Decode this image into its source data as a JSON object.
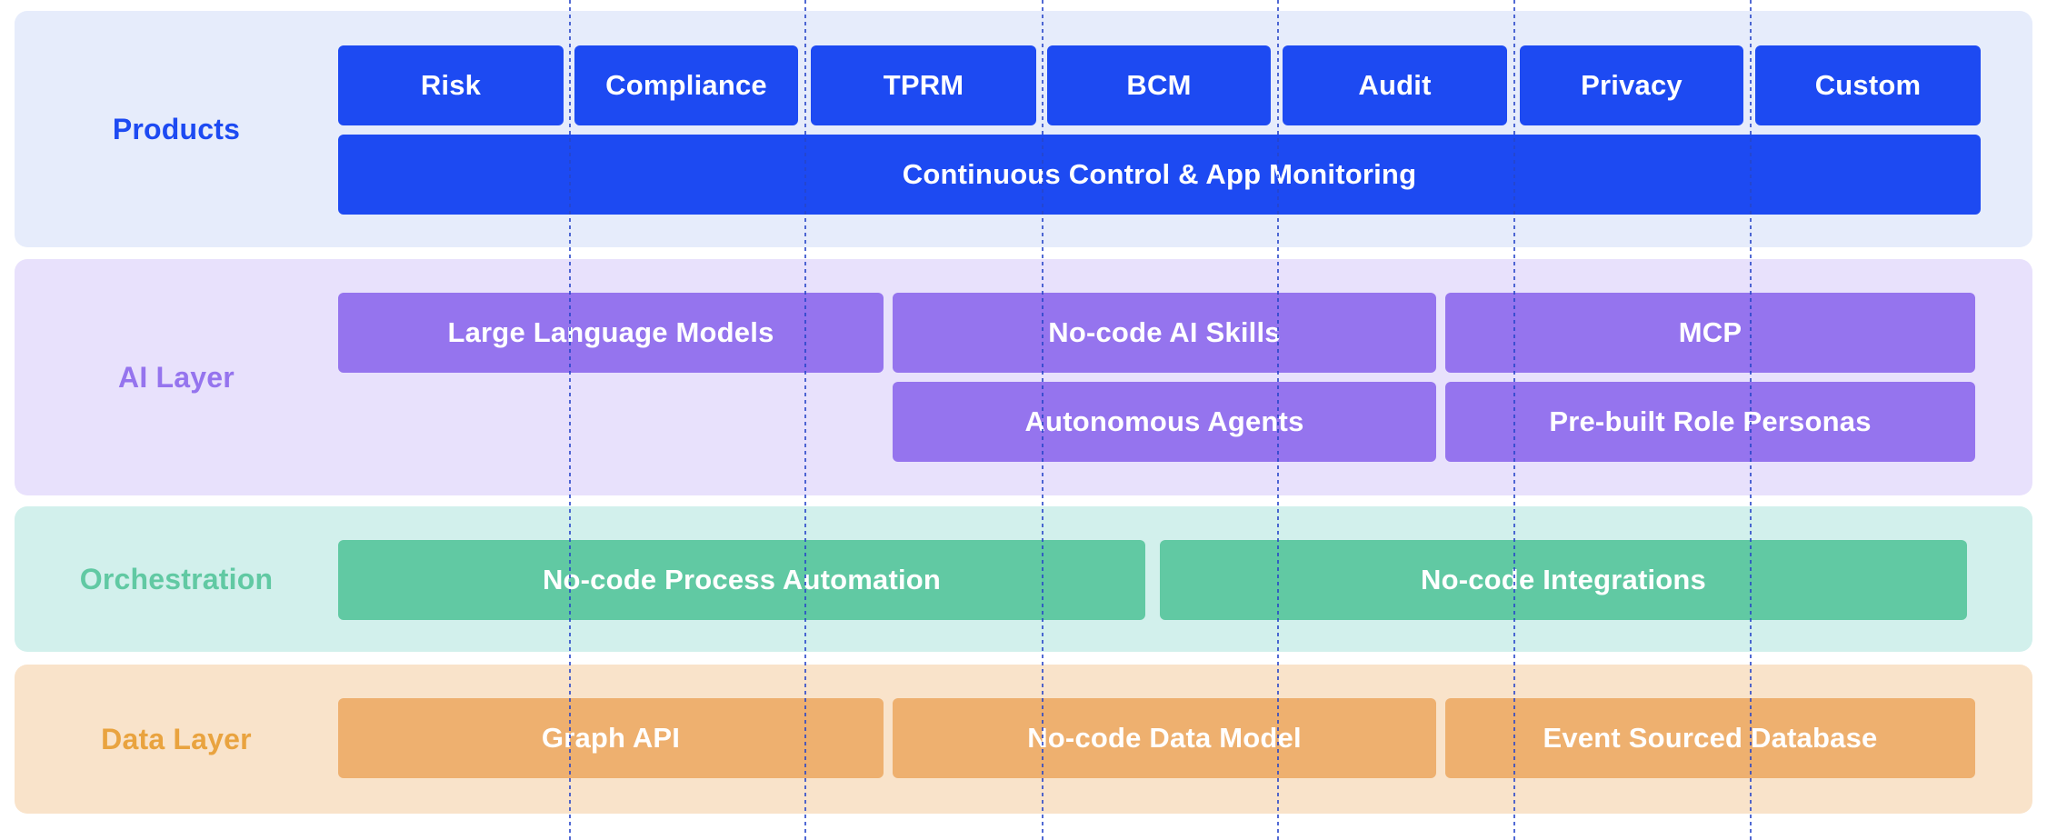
{
  "colors": {
    "products_band": "#E6ECFB",
    "products_box": "#1D4AF2",
    "products_label": "#1D4AF2",
    "ai_band": "#E8E1FC",
    "ai_box": "#9574EE",
    "ai_label": "#9574EE",
    "orchestration_band": "#D2F0EC",
    "orchestration_box": "#61C9A3",
    "orchestration_label": "#61C9A3",
    "data_band": "#F9E3CA",
    "data_box": "#EEB06F",
    "data_label": "#E9A33F",
    "gridline": "#2745C9"
  },
  "layers": {
    "products": {
      "label": "Products",
      "items": [
        "Risk",
        "Compliance",
        "TPRM",
        "BCM",
        "Audit",
        "Privacy",
        "Custom"
      ],
      "wide_item": "Continuous Control & App Monitoring"
    },
    "ai": {
      "label": "AI Layer",
      "items": [
        "Large Language Models",
        "No-code AI Skills",
        "MCP",
        "Autonomous Agents",
        "Pre-built Role Personas"
      ]
    },
    "orchestration": {
      "label": "Orchestration",
      "items": [
        "No-code Process Automation",
        "No-code Integrations"
      ]
    },
    "data": {
      "label": "Data Layer",
      "items": [
        "Graph API",
        "No-code Data Model",
        "Event Sourced Database"
      ]
    }
  }
}
